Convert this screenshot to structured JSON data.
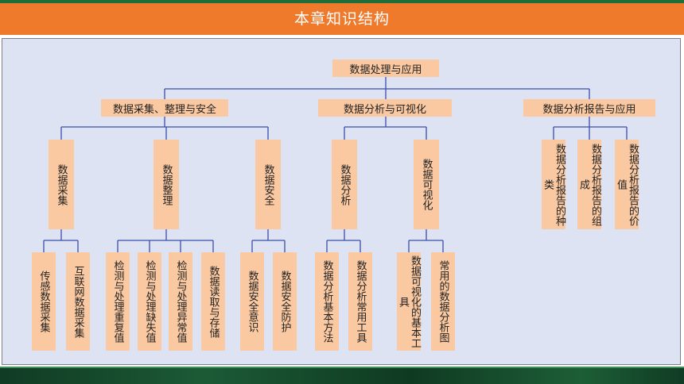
{
  "header": {
    "title": "本章知识结构"
  },
  "diagram": {
    "root": "数据处理与应用",
    "branches": [
      {
        "label": "数据采集、整理与安全",
        "children": [
          {
            "label": "数据采集",
            "leaves": [
              "传感数据采集",
              "互联网数据采集"
            ]
          },
          {
            "label": "数据整理",
            "leaves": [
              "检测与处理重复值",
              "检测与处理缺失值",
              "检测与处理异常值",
              "数据读取与存储"
            ]
          },
          {
            "label": "数据安全",
            "leaves": [
              "数据安全意识",
              "数据安全防护"
            ]
          }
        ]
      },
      {
        "label": "数据分析与可视化",
        "children": [
          {
            "label": "数据分析",
            "leaves": [
              "数据分析基本方法",
              "数据分析常用工具"
            ]
          },
          {
            "label": "数据可视化",
            "leaves": [
              "数据可视化的基本工具",
              "常用的数据分析图"
            ]
          }
        ]
      },
      {
        "label": "数据分析报告与应用",
        "children": [
          {
            "label": "数据分析报告的种类"
          },
          {
            "label": "数据分析报告的组成"
          },
          {
            "label": "数据分析报告的价值"
          }
        ]
      }
    ]
  },
  "colors": {
    "header": "#f07a2c",
    "node": "#fbc9a1",
    "line": "#3b4fa8",
    "panel": "#dde3f3"
  }
}
